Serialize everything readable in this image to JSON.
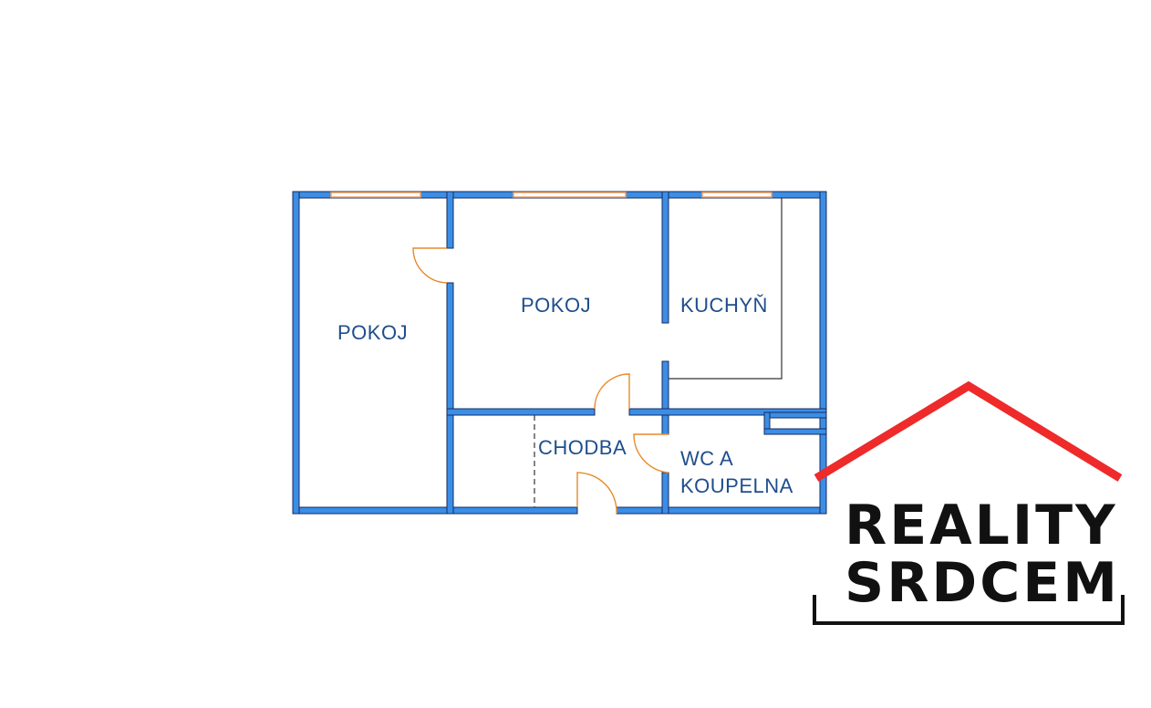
{
  "colors": {
    "wall_fill": "#3b8ee6",
    "wall_outline": "#1a2a5e",
    "window_color": "#f0a060",
    "door_color": "#e88a2a",
    "label_color": "#1f4e8c",
    "roof_color": "#ee2a2a",
    "logo_text_color": "#111111",
    "counter_line": "#333333"
  },
  "floor_plan": {
    "rooms": {
      "room_left": "POKOJ",
      "room_center": "POKOJ",
      "kitchen": "KUCHYŇ",
      "hallway": "CHODBA",
      "bathroom_line1": "WC A",
      "bathroom_line2": "KOUPELNA"
    }
  },
  "logo": {
    "line1": "REALITY",
    "line2": "SRDCEM"
  }
}
